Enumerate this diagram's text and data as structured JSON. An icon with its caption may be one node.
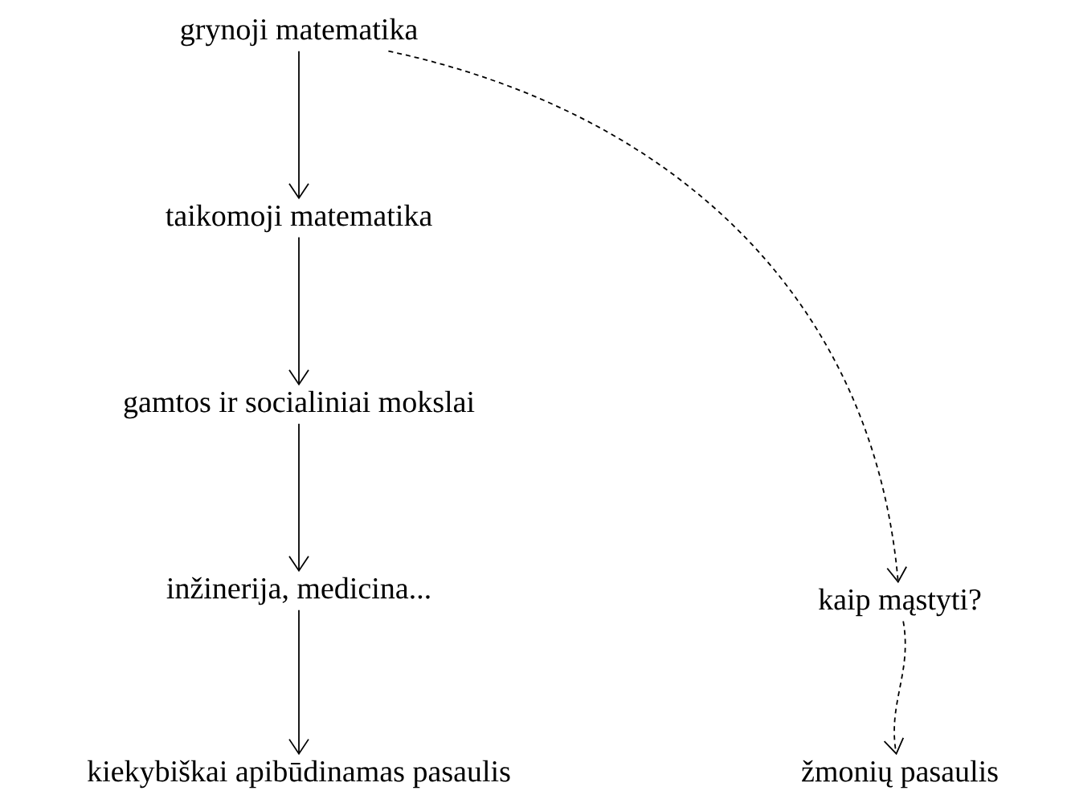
{
  "diagram": {
    "nodes": [
      {
        "text": [
          "grynoji matematika"
        ]
      },
      {
        "text": [
          "taikomoji matematika"
        ]
      },
      {
        "text": [
          "gamtos ir socialiniai mokslai"
        ]
      },
      {
        "text": [
          "inžinerija, medicina..."
        ]
      },
      {
        "text": [
          "kiekybiškai apibūdinamas pasaulis"
        ]
      },
      {
        "text": [
          "kaip mąstyti?"
        ]
      },
      {
        "text": [
          "žmonių pasaulis"
        ]
      }
    ],
    "edges": [
      {
        "from": 0,
        "to": 1,
        "arrow": "to"
      },
      {
        "from": 1,
        "to": 2,
        "arrow": "to"
      },
      {
        "from": 2,
        "to": 3,
        "arrow": "to"
      },
      {
        "from": 3,
        "to": 4,
        "arrow": "to"
      },
      {
        "from": 0,
        "to": 5,
        "arrow": "to",
        "style": "dashed"
      },
      {
        "from": 5,
        "to": 6,
        "arrow": "to",
        "style": "dashed"
      }
    ]
  }
}
